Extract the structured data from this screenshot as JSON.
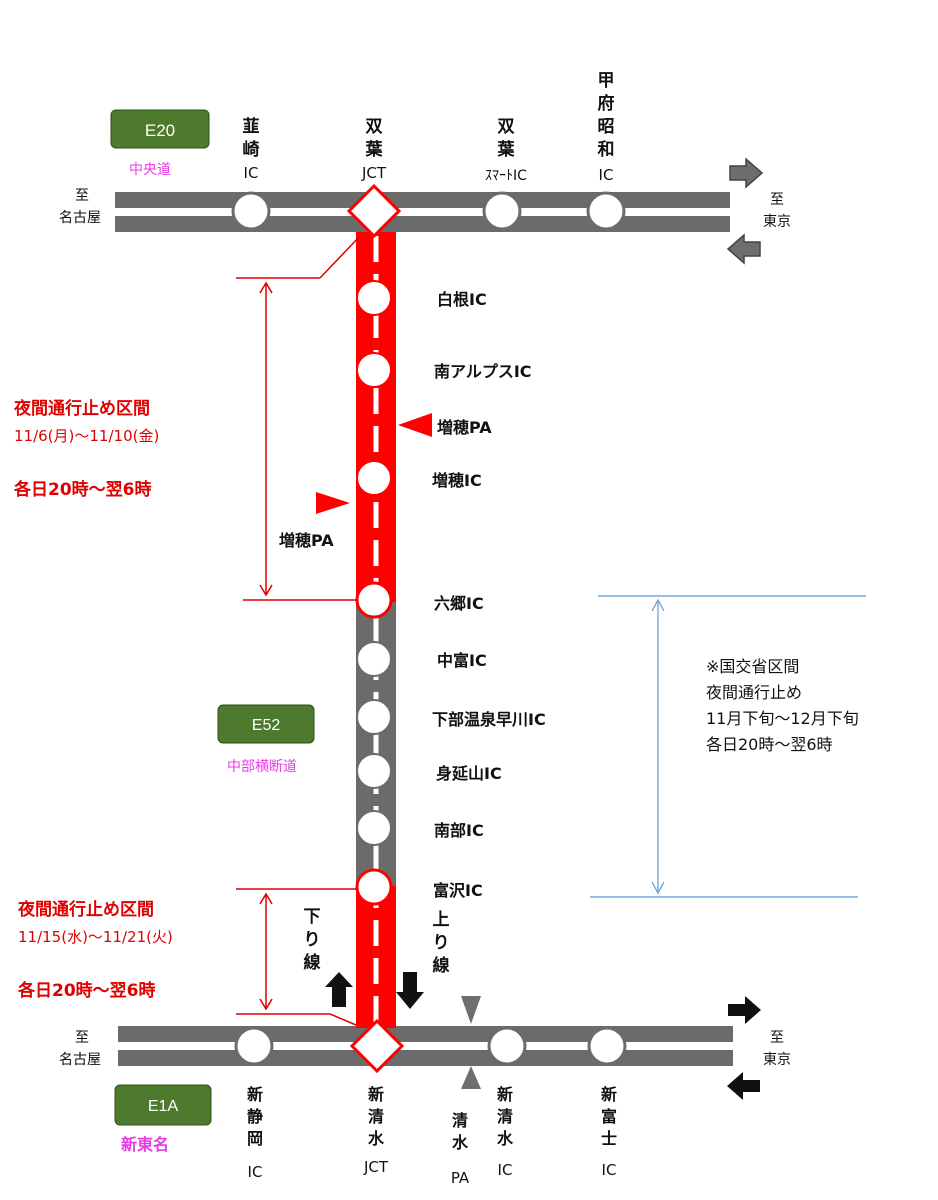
{
  "colors": {
    "road": "#6b6b6b",
    "closure": "#ff0000",
    "highway_badge": "#4e7a2e",
    "road_name": "#e83ce8",
    "notice": "#e00000",
    "mlit_line": "#5b9bd5",
    "black": "#111111",
    "arrow_gray": "#6e6e6e"
  },
  "top_road": {
    "badge": "E20",
    "name": "中央道",
    "left_dest": [
      "至",
      "名古屋"
    ],
    "right_dest": [
      "至",
      "東京"
    ],
    "stations": [
      {
        "label_lines": [
          "韮",
          "崎",
          "IC"
        ],
        "kind": "ic"
      },
      {
        "label_lines": [
          "双",
          "葉",
          "JCT"
        ],
        "kind": "jct"
      },
      {
        "label_lines": [
          "双",
          "葉",
          "ｽﾏｰﾄIC"
        ],
        "kind": "ic"
      },
      {
        "label_lines": [
          "甲",
          "府",
          "昭",
          "和",
          "IC"
        ],
        "kind": "ic"
      }
    ]
  },
  "vertical_road": {
    "badge": "E52",
    "name": "中部横断道",
    "stations": [
      {
        "label": "白根IC"
      },
      {
        "label": "南アルプスIC"
      },
      {
        "label": "増穂IC"
      },
      {
        "label": "六郷IC"
      },
      {
        "label": "中富IC"
      },
      {
        "label": "下部温泉早川IC"
      },
      {
        "label": "身延山IC"
      },
      {
        "label": "南部IC"
      },
      {
        "label": "富沢IC"
      }
    ],
    "pa_up": "増穂PA",
    "pa_down": "増穂PA",
    "down_line": [
      "下",
      "り",
      "線"
    ],
    "up_line": [
      "上",
      "り",
      "線"
    ]
  },
  "closure_north": {
    "lines": [
      "夜間通行止め区間",
      "11/6(月)～11/10(金)",
      "各日20時～翌6時"
    ]
  },
  "closure_south": {
    "lines": [
      "夜間通行止め区間",
      "11/15(水)～11/21(火)",
      "各日20時～翌6時"
    ]
  },
  "mlit_notice": {
    "lines": [
      "※国交省区間",
      "夜間通行止め",
      "11月下旬～12月下旬",
      "各日20時～翌6時"
    ]
  },
  "bottom_road": {
    "badge": "E1A",
    "name": "新東名",
    "left_dest": [
      "至",
      "名古屋"
    ],
    "right_dest": [
      "至",
      "東京"
    ],
    "stations": [
      {
        "label_lines": [
          "新",
          "静",
          "岡",
          "",
          "IC"
        ],
        "kind": "ic"
      },
      {
        "label_lines": [
          "新",
          "清",
          "水",
          "JCT"
        ],
        "kind": "jct"
      },
      {
        "label_lines": [
          "清",
          "水",
          "",
          "PA"
        ],
        "kind": "pa"
      },
      {
        "label_lines": [
          "新",
          "清",
          "水",
          "IC"
        ],
        "kind": "ic"
      },
      {
        "label_lines": [
          "新",
          "富",
          "士",
          "IC"
        ],
        "kind": "ic"
      }
    ]
  }
}
